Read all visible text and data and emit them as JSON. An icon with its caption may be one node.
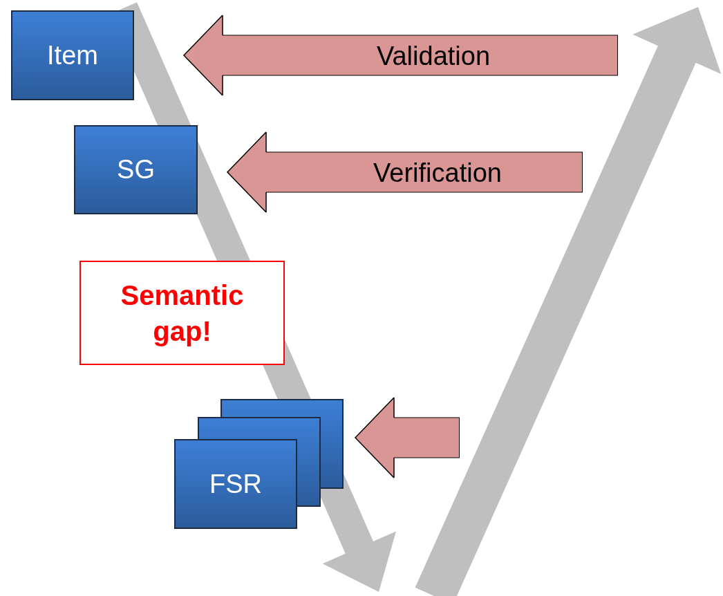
{
  "diagram": {
    "nodes": [
      {
        "text": [
          "Item"
        ]
      },
      {
        "text": [
          "SG"
        ]
      },
      {
        "text": [
          "Semantic gap!"
        ]
      },
      {
        "text": [
          "FSR"
        ]
      }
    ],
    "edges": [
      {
        "from": null,
        "to": 0,
        "arrow": "to",
        "label": "Validation"
      },
      {
        "from": null,
        "to": 1,
        "arrow": "to",
        "label": "Verification"
      },
      {
        "from": null,
        "to": 3,
        "arrow": "to"
      }
    ]
  }
}
